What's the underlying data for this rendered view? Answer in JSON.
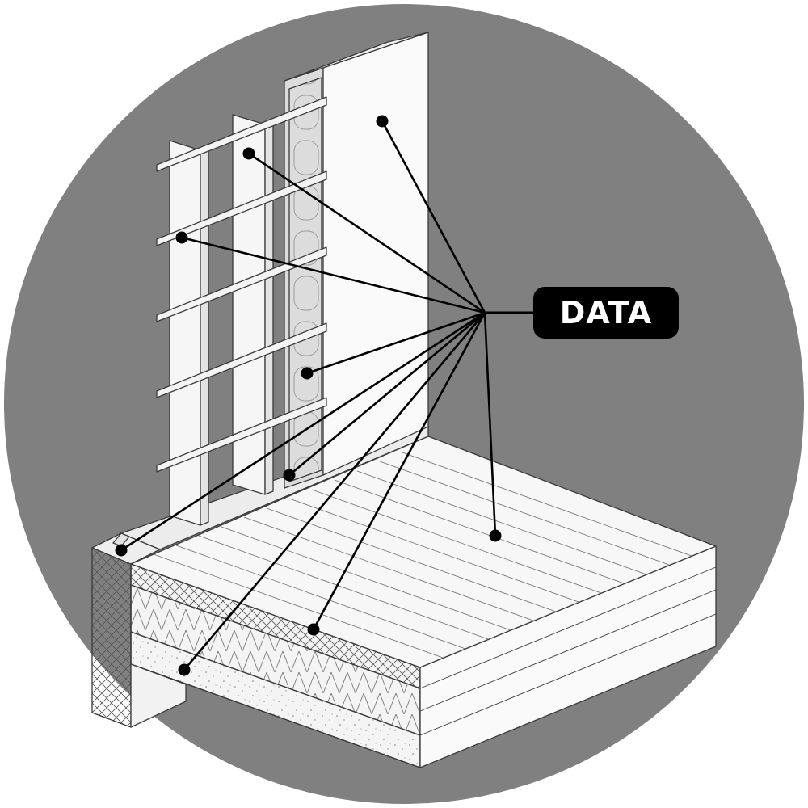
{
  "badge": {
    "label": "DATA"
  },
  "colors": {
    "backdrop": "#808080",
    "panel": "#f7f7f7",
    "panel_shade": "#e9e9e9",
    "panel_dark": "#d9d9d9",
    "line": "#3a3a3a",
    "leader": "#000000",
    "badge_bg": "#000000",
    "badge_text": "#ffffff"
  },
  "callouts": [
    {
      "name": "callout-wall-board-face"
    },
    {
      "name": "callout-stud"
    },
    {
      "name": "callout-furring-strip"
    },
    {
      "name": "callout-insulation-core"
    },
    {
      "name": "callout-bottom-plate"
    },
    {
      "name": "callout-sill-edge"
    },
    {
      "name": "callout-floor-decking"
    },
    {
      "name": "callout-membrane-layer"
    },
    {
      "name": "callout-slab-base"
    }
  ]
}
